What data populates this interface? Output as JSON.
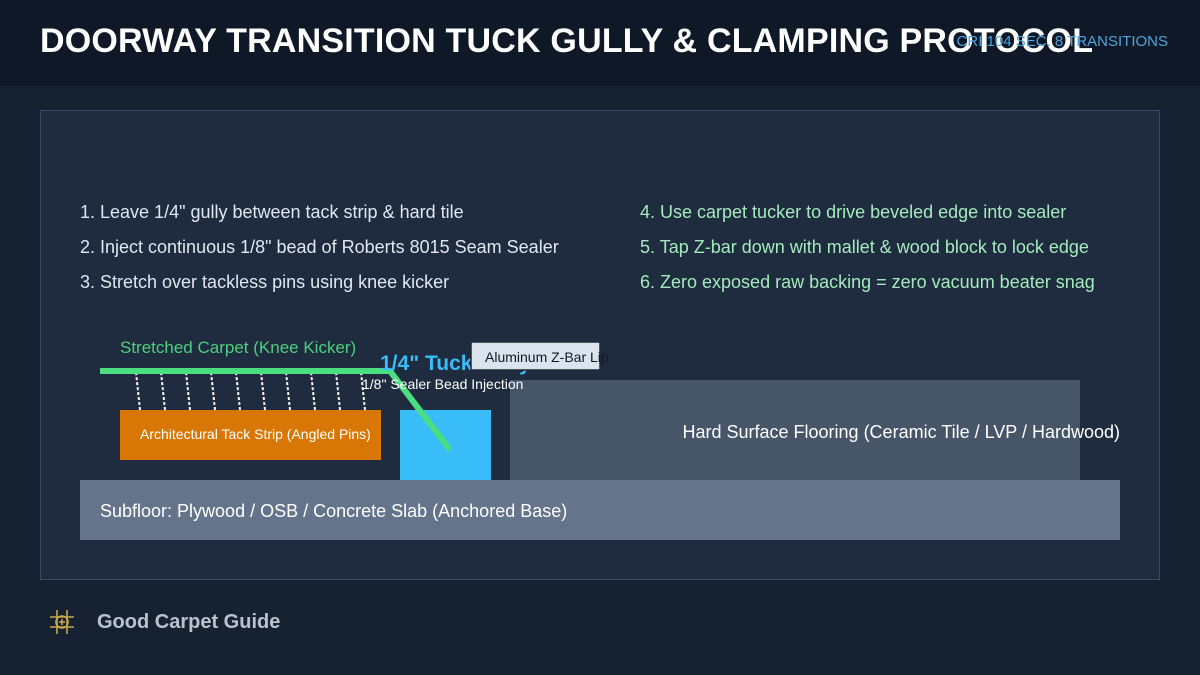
{
  "header": {
    "title": "DOORWAY TRANSITION TUCK GULLY & CLAMPING PROTOCOL",
    "reference": "CRI 104 SEC. 8 TRANSITIONS"
  },
  "steps_left": [
    "1. Leave 1/4\" gully between tack strip & hard tile",
    "2. Inject continuous 1/8\" bead of Roberts 8015 Seam Sealer",
    "3. Stretch over tackless pins using knee kicker"
  ],
  "steps_right": [
    "4. Use carpet tucker to drive beveled edge into sealer",
    "5. Tap Z-bar down with mallet & wood block to lock edge",
    "6. Zero exposed raw backing = zero vacuum beater snag"
  ],
  "diagram": {
    "carpet_label": "Stretched Carpet (Knee Kicker)",
    "tack_strip_label": "Architectural Tack Strip (Angled Pins)",
    "gully_label": "1/4\" Tuck Gully",
    "sealer_label": "1/8\" Sealer Bead Injection",
    "zbar_label": "Aluminum Z-Bar Lip",
    "hard_floor_label": "Hard Surface Flooring (Ceramic Tile / LVP / Hardwood)",
    "subfloor_label": "Subfloor: Plywood / OSB / Concrete Slab (Anchored Base)"
  },
  "footer": {
    "brand": "Good Carpet Guide",
    "logo_icon": "carpet-tile-icon"
  },
  "colors": {
    "carpet": "#4bd17e",
    "tack_strip": "#d97706",
    "sealer": "#38bdf8",
    "hard_floor": "#475569",
    "subfloor": "#64748b",
    "accent_blue": "#4ea4df"
  }
}
